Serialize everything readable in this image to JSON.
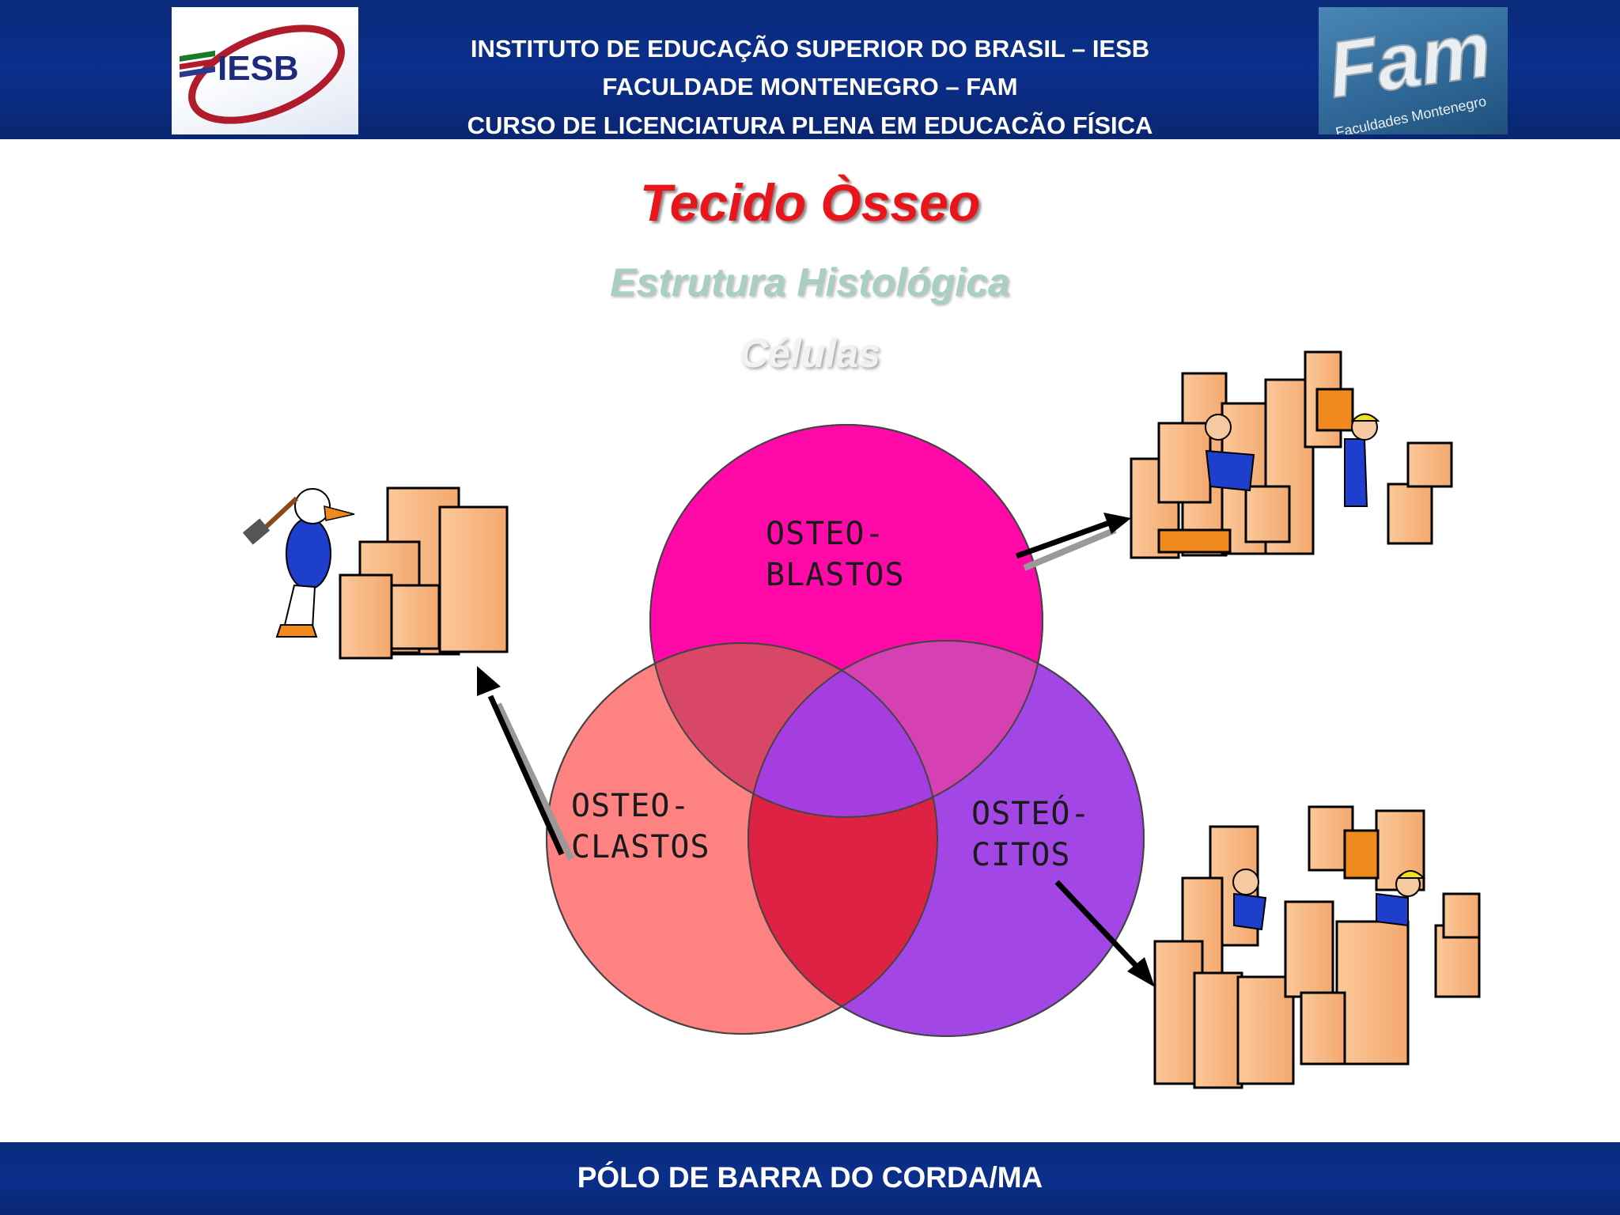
{
  "header": {
    "line1": "INSTITUTO DE EDUCAÇÃO SUPERIOR DO BRASIL – IESB",
    "line2": "FACULDADE MONTENEGRO – FAM",
    "line3": "CURSO DE LICENCIATURA PLENA EM EDUCACÃO FÍSICA",
    "logo_left": "IESB",
    "logo_right": "Fam",
    "logo_right_tagline": "Faculdades Montenegro"
  },
  "slide": {
    "title": "Tecido Òsseo",
    "subtitle": "Estrutura Histológica",
    "section": "Células"
  },
  "diagram": {
    "circles": [
      {
        "line1": "OSTEO-",
        "line2": "BLASTOS",
        "color": "#ff0aa8"
      },
      {
        "line1": "OSTEO-",
        "line2": "CLASTOS",
        "color": "#ff8080"
      },
      {
        "line1": "OSTEÓ-",
        "line2": "CITOS",
        "color": "#a246e6"
      }
    ]
  },
  "footer": {
    "text": "PÓLO DE BARRA DO CORDA/MA"
  }
}
